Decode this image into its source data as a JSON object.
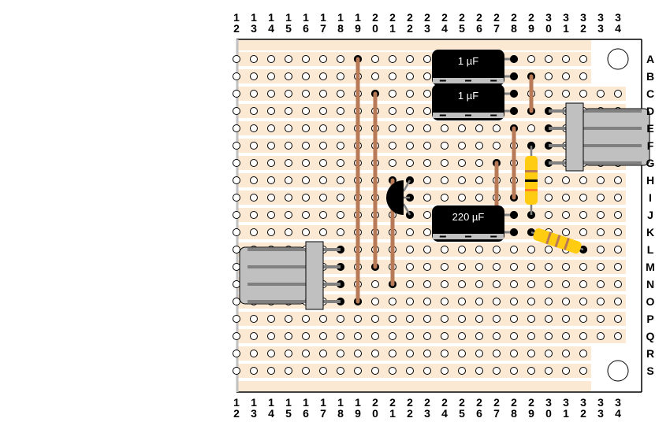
{
  "board": {
    "type": "stripboard",
    "columns": [
      "12",
      "13",
      "14",
      "15",
      "16",
      "17",
      "18",
      "19",
      "20",
      "21",
      "22",
      "23",
      "24",
      "25",
      "26",
      "27",
      "28",
      "29",
      "30",
      "31",
      "32",
      "33",
      "34"
    ],
    "rows": [
      "A",
      "B",
      "C",
      "D",
      "E",
      "F",
      "G",
      "H",
      "I",
      "J",
      "K",
      "L",
      "M",
      "N",
      "O",
      "P",
      "Q",
      "R",
      "S"
    ],
    "short_rows": [
      "A",
      "B",
      "R",
      "S"
    ],
    "short_rows_last_column": "32",
    "mounting_holes": [
      {
        "name": "mounting-hole-top",
        "near_rows": [
          "A"
        ],
        "near_column": "34"
      },
      {
        "name": "mounting-hole-bottom",
        "near_rows": [
          "S"
        ],
        "near_column": "34"
      }
    ],
    "colors": {
      "strip": "#fbe9d3",
      "wire": "#b87a56",
      "lead": "#808080",
      "component_body": "#000000",
      "header_body": "#c0c0c0",
      "resistor_body": "#ffcc11",
      "band_brown": "#b87a56",
      "band_black": "#000000",
      "band_orange": "#ff7f27",
      "board_edge": "#c0c0c0"
    }
  },
  "wires": [
    {
      "name": "wire-col19",
      "column": "19",
      "from_row": "A",
      "to_row": "O"
    },
    {
      "name": "wire-col20",
      "column": "20",
      "from_row": "C",
      "to_row": "M"
    },
    {
      "name": "wire-col21",
      "column": "21",
      "from_row": "H",
      "to_row": "N"
    },
    {
      "name": "wire-col27",
      "column": "27",
      "from_row": "G",
      "to_row": "J"
    },
    {
      "name": "wire-col28",
      "column": "28",
      "from_row": "E",
      "to_row": "I"
    },
    {
      "name": "wire-col29",
      "column": "29",
      "from_row": "B",
      "to_row": "D"
    }
  ],
  "capacitors": [
    {
      "name": "capacitor-1uf-top",
      "label": "1 µF",
      "pin_column": "28",
      "rows": [
        "A",
        "B"
      ]
    },
    {
      "name": "capacitor-1uf-middle",
      "label": "1 µF",
      "pin_column": "28",
      "rows": [
        "C",
        "D"
      ]
    },
    {
      "name": "capacitor-220uf",
      "label": "220 µF",
      "pin_column": "28",
      "rows": [
        "J",
        "K"
      ]
    }
  ],
  "resistors": [
    {
      "name": "resistor-vertical",
      "from": {
        "column": "29",
        "row": "F"
      },
      "to": {
        "column": "29",
        "row": "J"
      },
      "bands": [
        "brown",
        "black",
        "orange"
      ]
    },
    {
      "name": "resistor-diagonal",
      "from": {
        "column": "29",
        "row": "K"
      },
      "to": {
        "column": "32",
        "row": "L"
      },
      "bands": [
        "brown",
        "brown",
        "brown"
      ]
    }
  ],
  "transistor": {
    "name": "transistor",
    "pin_column": "22",
    "rows": [
      "H",
      "I",
      "J"
    ]
  },
  "headers": [
    {
      "name": "header-right",
      "pin_column": "30",
      "rows": [
        "D",
        "E",
        "F",
        "G"
      ],
      "facing": "right"
    },
    {
      "name": "header-left",
      "pin_column": "18",
      "rows": [
        "L",
        "M",
        "N",
        "O"
      ],
      "facing": "left"
    }
  ]
}
